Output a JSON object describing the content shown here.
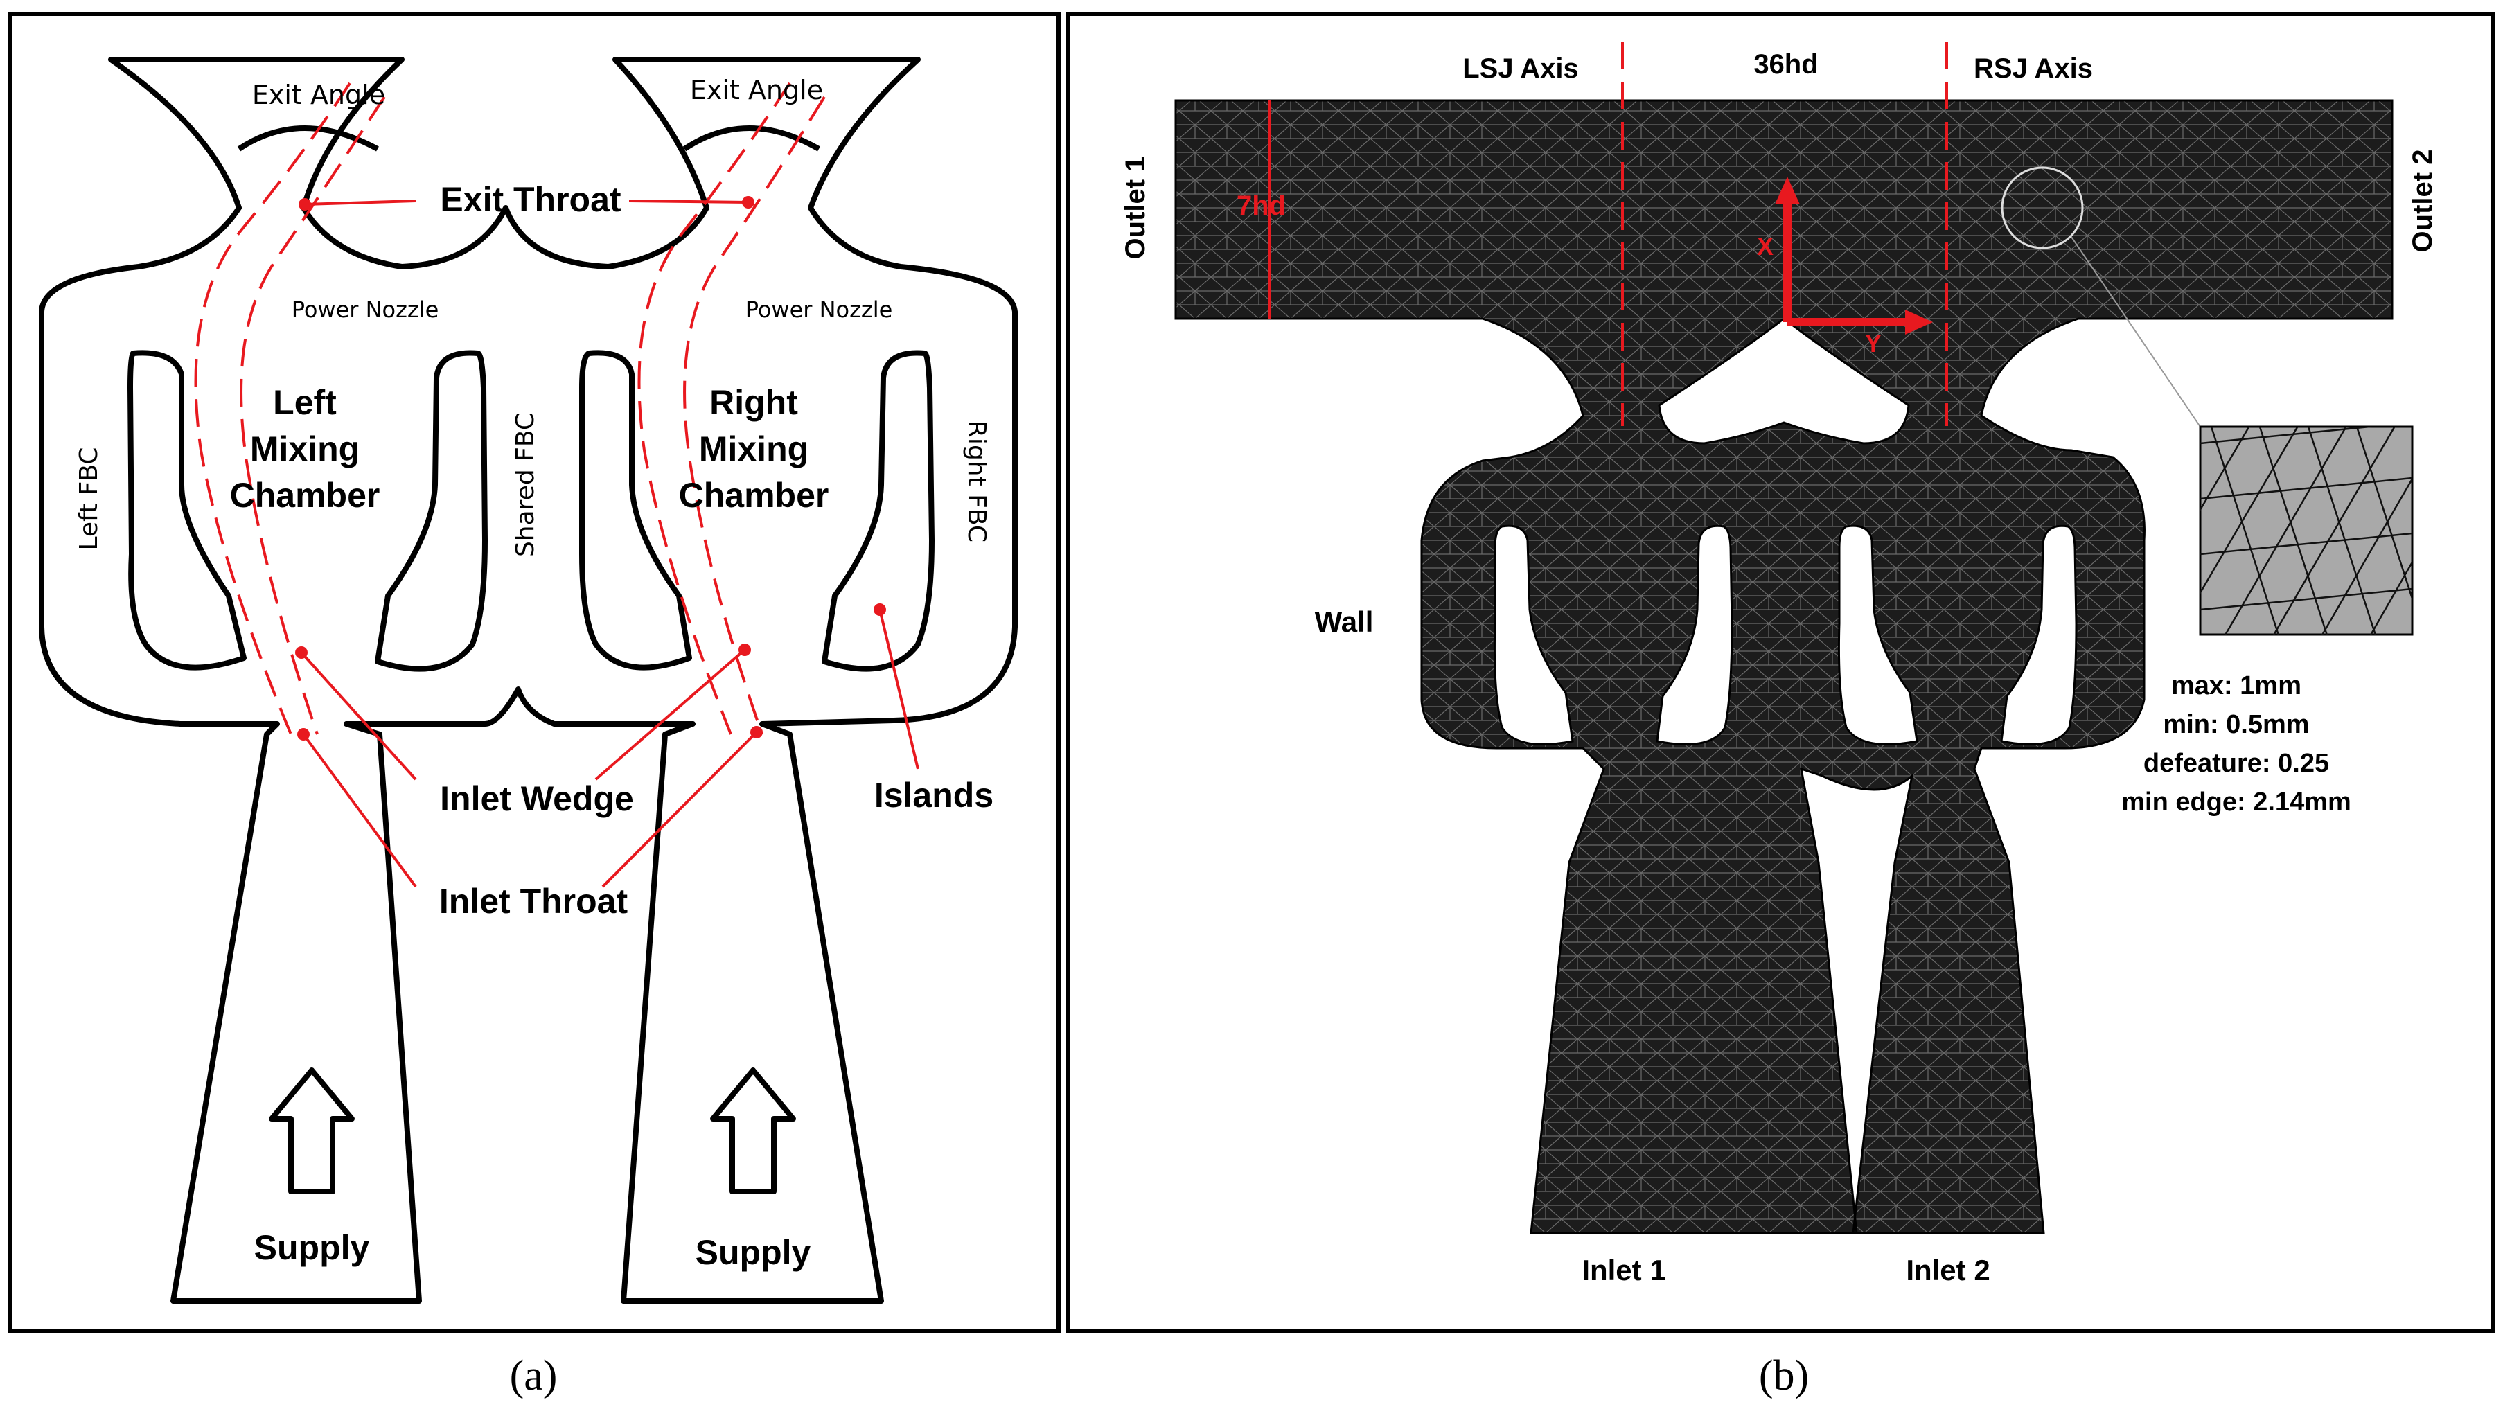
{
  "panel_a": {
    "caption": "(a)",
    "labels": {
      "exit_angle_left": "Exit Angle",
      "exit_angle_right": "Exit Angle",
      "exit_throat": "Exit Throat",
      "power_nozzle_left": "Power Nozzle",
      "power_nozzle_right": "Power Nozzle",
      "left_fbc": "Left FBC",
      "shared_fbc": "Shared FBC",
      "right_fbc": "Right FBC",
      "left_chamber_1": "Left",
      "left_chamber_2": "Mixing",
      "left_chamber_3": "Chamber",
      "right_chamber_1": "Right",
      "right_chamber_2": "Mixing",
      "right_chamber_3": "Chamber",
      "inlet_wedge": "Inlet Wedge",
      "inlet_throat": "Inlet Throat",
      "islands": "Islands",
      "supply_left": "Supply",
      "supply_right": "Supply"
    }
  },
  "panel_b": {
    "caption": "(b)",
    "labels": {
      "lsj_axis": "LSJ Axis",
      "hd36": "36hd",
      "rsj_axis": "RSJ Axis",
      "outlet_1": "Outlet 1",
      "outlet_2": "Outlet 2",
      "hd7": "7hd",
      "x_axis": "X",
      "y_axis": "Y",
      "wall": "Wall",
      "inlet_1": "Inlet 1",
      "inlet_2": "Inlet 2"
    },
    "mesh_settings": {
      "max": "max: 1mm",
      "min": "min: 0.5mm",
      "defeature": "defeature: 0.25",
      "min_edge": "min edge: 2.14mm"
    }
  },
  "colors": {
    "annotation_red": "#e8191f",
    "mesh_fill": "#1c1c1c",
    "inset_fill": "#a9a9a9"
  }
}
